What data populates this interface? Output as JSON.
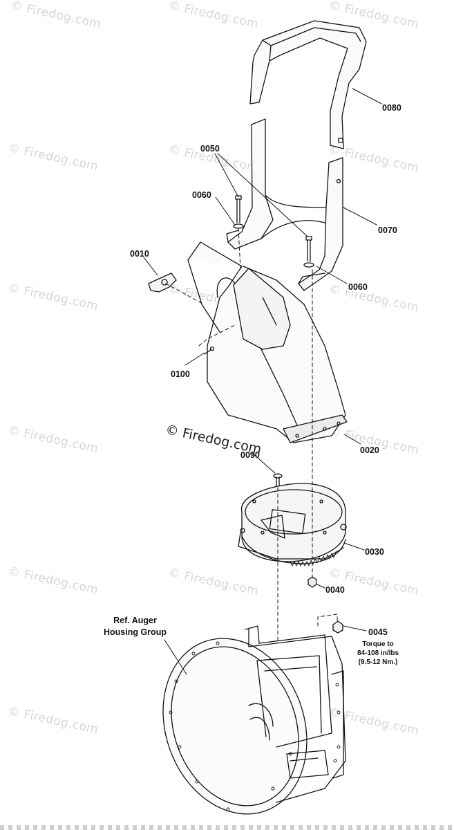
{
  "watermark": {
    "text": "© Firedog.com"
  },
  "callouts": {
    "p0010": "0010",
    "p0020": "0020",
    "p0030": "0030",
    "p0040": "0040",
    "p0045": "0045",
    "p0050": "0050",
    "p0060a": "0060",
    "p0060b": "0060",
    "p0070": "0070",
    "p0080": "0080",
    "p0090": "0090",
    "p0100": "0100"
  },
  "torque_note": {
    "line1": "Torque to",
    "line2": "84-108 in/lbs",
    "line3": "(9.5-12 Nm.)"
  },
  "reference": {
    "line1": "Ref. Auger",
    "line2": "Housing Group"
  }
}
